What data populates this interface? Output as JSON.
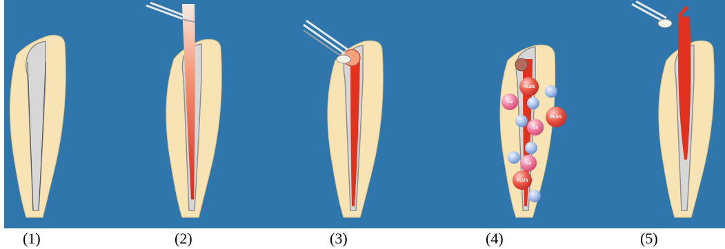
{
  "steps": [
    {
      "label": "(1)"
    },
    {
      "label": "(2)"
    },
    {
      "label": "(3)"
    },
    {
      "label": "(4)"
    },
    {
      "label": "(5)"
    }
  ],
  "ions": {
    "large_text": "PLUS",
    "medium_text": "Ca",
    "small_text": ""
  },
  "colors": {
    "background": "#2f76ad",
    "dentin": "#f7e3b3",
    "pulp_empty": "#d7d7d7",
    "filling": "#e0321e",
    "instrument": "#cfd4d9",
    "ion_pink": "#ef6f93",
    "ion_red": "#e9473a",
    "ion_blue": "#93b4e3"
  }
}
